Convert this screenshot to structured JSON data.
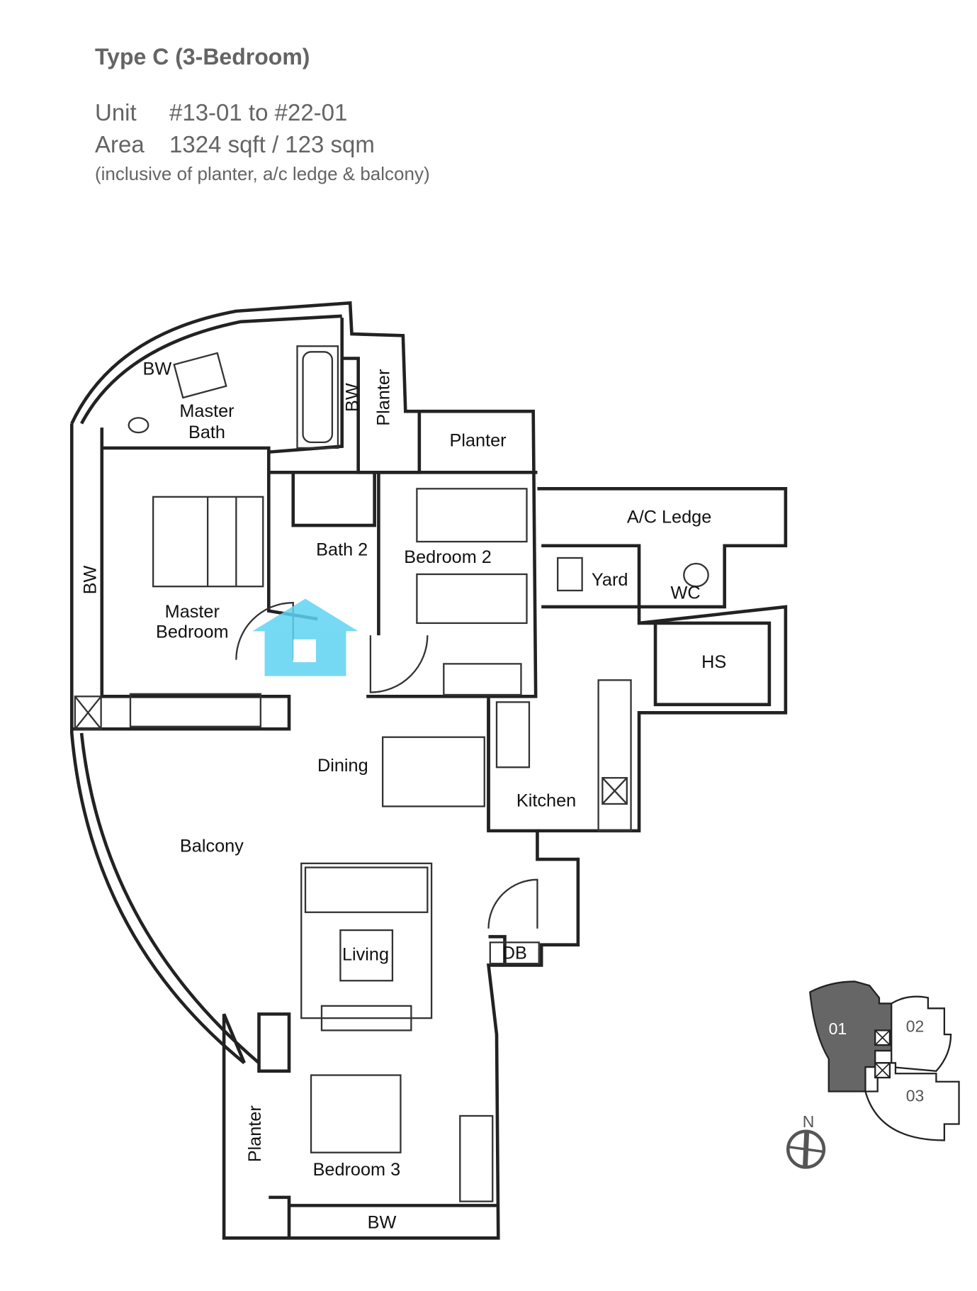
{
  "header": {
    "title": "Type C (3-Bedroom)",
    "unit_label": "Unit",
    "unit_value": "#13-01 to #22-01",
    "area_label": "Area",
    "area_value": "1324 sqft / 123 sqm",
    "note": "(inclusive of planter, a/c ledge & balcony)"
  },
  "rooms": {
    "bw_master_bath": "BW",
    "master_bath_1": "Master",
    "master_bath_2": "Bath",
    "bw_top": "BW",
    "planter_top_vertical": "Planter",
    "planter_top": "Planter",
    "ac_ledge": "A/C Ledge",
    "bath2": "Bath 2",
    "bedroom2": "Bedroom 2",
    "yard": "Yard",
    "wc": "WC",
    "bw_left": "BW",
    "master_bedroom_1": "Master",
    "master_bedroom_2": "Bedroom",
    "hs": "HS",
    "dining": "Dining",
    "kitchen": "Kitchen",
    "balcony": "Balcony",
    "living": "Living",
    "db": "DB",
    "planter_bottom": "Planter",
    "bedroom3": "Bedroom 3",
    "bw_bottom": "BW"
  },
  "key_plan": {
    "units": [
      "01",
      "02",
      "03"
    ],
    "selected": "01",
    "selected_color": "#666666",
    "compass_label": "N"
  },
  "colors": {
    "text": "#646464",
    "watermark": "#5fd3f3"
  }
}
